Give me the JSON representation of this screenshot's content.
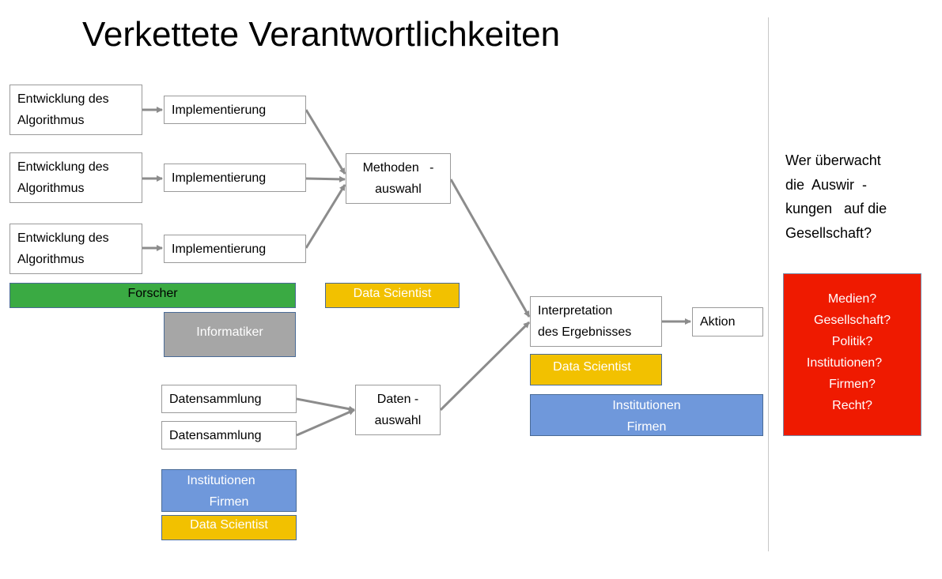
{
  "title": "Verkettete Verantwortlichkeiten",
  "row1": {
    "dev": [
      "Entwicklung des",
      "Algorithmus"
    ],
    "impl": "Implementierung"
  },
  "row2": {
    "dev": [
      "Entwicklung des",
      "Algorithmus"
    ],
    "impl": "Implementierung"
  },
  "row3": {
    "dev": [
      "Entwicklung des",
      "Algorithmus"
    ],
    "impl": "Implementierung"
  },
  "method": [
    "Methoden   -",
    "auswahl"
  ],
  "roles_top": {
    "forscher": "Forscher",
    "informatiker": "Informatiker",
    "data_scientist": "Data Scientist"
  },
  "data_collection": [
    "Datensammlung",
    "Datensammlung"
  ],
  "data_selection": [
    "Daten -",
    "auswahl"
  ],
  "roles_bottom": {
    "institutions": [
      "Institutionen",
      "Firmen"
    ],
    "data_scientist": "Data Scientist"
  },
  "interpretation": [
    "Interpretation",
    "des Ergebnisses"
  ],
  "action": "Aktion",
  "roles_right": {
    "data_scientist": "Data Scientist",
    "institutions": [
      "Institutionen",
      "Firmen"
    ]
  },
  "question": [
    "Wer überwacht",
    "die  Auswir  -",
    "kungen   auf die",
    "Gesellschaft?"
  ],
  "stakeholders": [
    "Medien?",
    "Gesellschaft?",
    "Politik?",
    "Institutionen?",
    "Firmen?",
    "Recht?"
  ],
  "colors": {
    "green": "#3aaa43",
    "yellow": "#f2c100",
    "gray": "#a6a6a6",
    "blue": "#6f98db",
    "red": "#ef1a00",
    "arrow": "#8c8c8c"
  }
}
